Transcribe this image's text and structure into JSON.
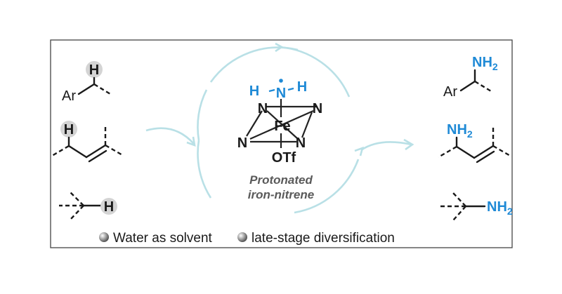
{
  "catalyst": {
    "metal": "Fe",
    "ring_atoms": [
      "N",
      "N",
      "N",
      "N"
    ],
    "axial_ligand": "OTf",
    "nitrene_n": "N",
    "nitrene_h_left": "H",
    "nitrene_h_right": "H",
    "caption_line1": "Protonated",
    "caption_line2": "iron-nitrene"
  },
  "substrates": {
    "benzylic_h": "H",
    "benzylic_ar": "Ar",
    "allylic_h": "H",
    "tertiary_h": "H"
  },
  "products": {
    "benzylic_nh2": "NH",
    "benzylic_ar": "Ar",
    "allylic_nh2": "NH",
    "tertiary_nh2": "NH",
    "subscript": "2"
  },
  "features": [
    "Water as solvent",
    "late-stage diversification"
  ],
  "colors": {
    "amine_blue": "#1f8ad6",
    "cycle_arrow": "#b9e0e6",
    "highlight_gray": "#d4d4d4",
    "frame": "#444444"
  }
}
